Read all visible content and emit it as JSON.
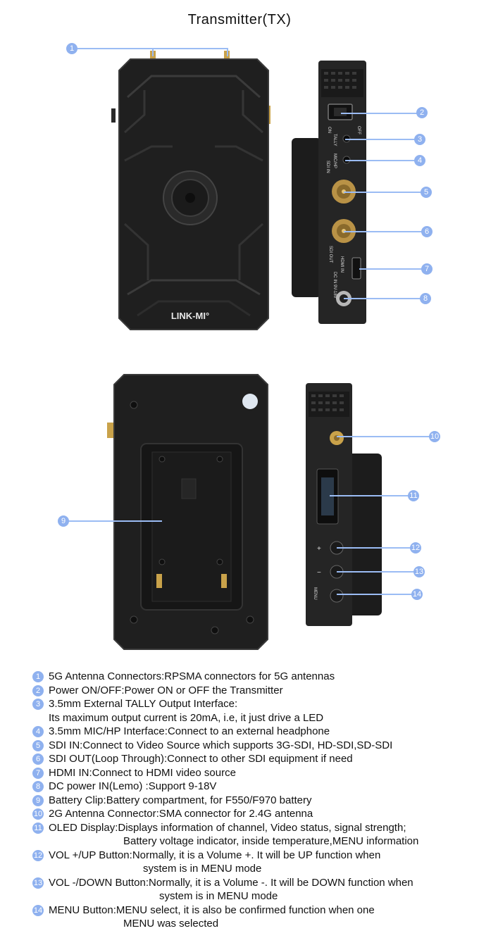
{
  "title": "Transmitter(TX)",
  "brand": "LINK-MI",
  "side_labels": {
    "off": "OFF",
    "on": "ON",
    "tally": "TALLY",
    "mic_hp": "MIC/HP",
    "sdi_in": "SDI IN",
    "sdi_out": "SDI OUT",
    "hdmi_in": "HDMI IN",
    "dc_in": "DC IN 9V-18V",
    "plus": "+",
    "minus": "−",
    "menu": "MENU"
  },
  "callouts": [
    "1",
    "2",
    "3",
    "4",
    "5",
    "6",
    "7",
    "8",
    "9",
    "10",
    "11",
    "12",
    "13",
    "14"
  ],
  "legend": [
    {
      "num": "1",
      "lines": [
        "5G Antenna Connectors:RPSMA connectors for 5G antennas"
      ]
    },
    {
      "num": "2",
      "lines": [
        "Power ON/OFF:Power ON or OFF the Transmitter"
      ]
    },
    {
      "num": "3",
      "lines": [
        "3.5mm External TALLY Output Interface:",
        "Its maximum output current is 20mA, i.e, it just drive a LED"
      ]
    },
    {
      "num": "4",
      "lines": [
        "3.5mm MIC/HP Interface:Connect to an external headphone"
      ]
    },
    {
      "num": "5",
      "lines": [
        "SDI IN:Connect to Video Source which supports 3G-SDI, HD-SDI,SD-SDI"
      ]
    },
    {
      "num": "6",
      "lines": [
        "SDI OUT(Loop Through):Connect to other SDI equipment if need"
      ]
    },
    {
      "num": "7",
      "lines": [
        "HDMI IN:Connect to HDMI video source"
      ]
    },
    {
      "num": "8",
      "lines": [
        "DC power IN(Lemo) :Support 9-18V"
      ]
    },
    {
      "num": "9",
      "lines": [
        "Battery Clip:Battery compartment, for F550/F970 battery"
      ]
    },
    {
      "num": "10",
      "lines": [
        "2G Antenna Connector:SMA connector for 2.4G antenna"
      ]
    },
    {
      "num": "11",
      "lines": [
        "OLED Display:Displays information of channel, Video status, signal strength;",
        "Battery voltage indicator, inside temperature,MENU information"
      ]
    },
    {
      "num": "12",
      "lines": [
        "VOL +/UP Button:Normally, it is a Volume +. It will be UP function when",
        "system is in MENU mode"
      ]
    },
    {
      "num": "13",
      "lines": [
        "VOL -/DOWN Button:Normally, it is a Volume -. It will be DOWN function when",
        "system is in MENU mode"
      ]
    },
    {
      "num": "14",
      "lines": [
        "MENU Button:MENU select, it is also be confirmed function when one",
        "MENU was selected"
      ]
    }
  ]
}
